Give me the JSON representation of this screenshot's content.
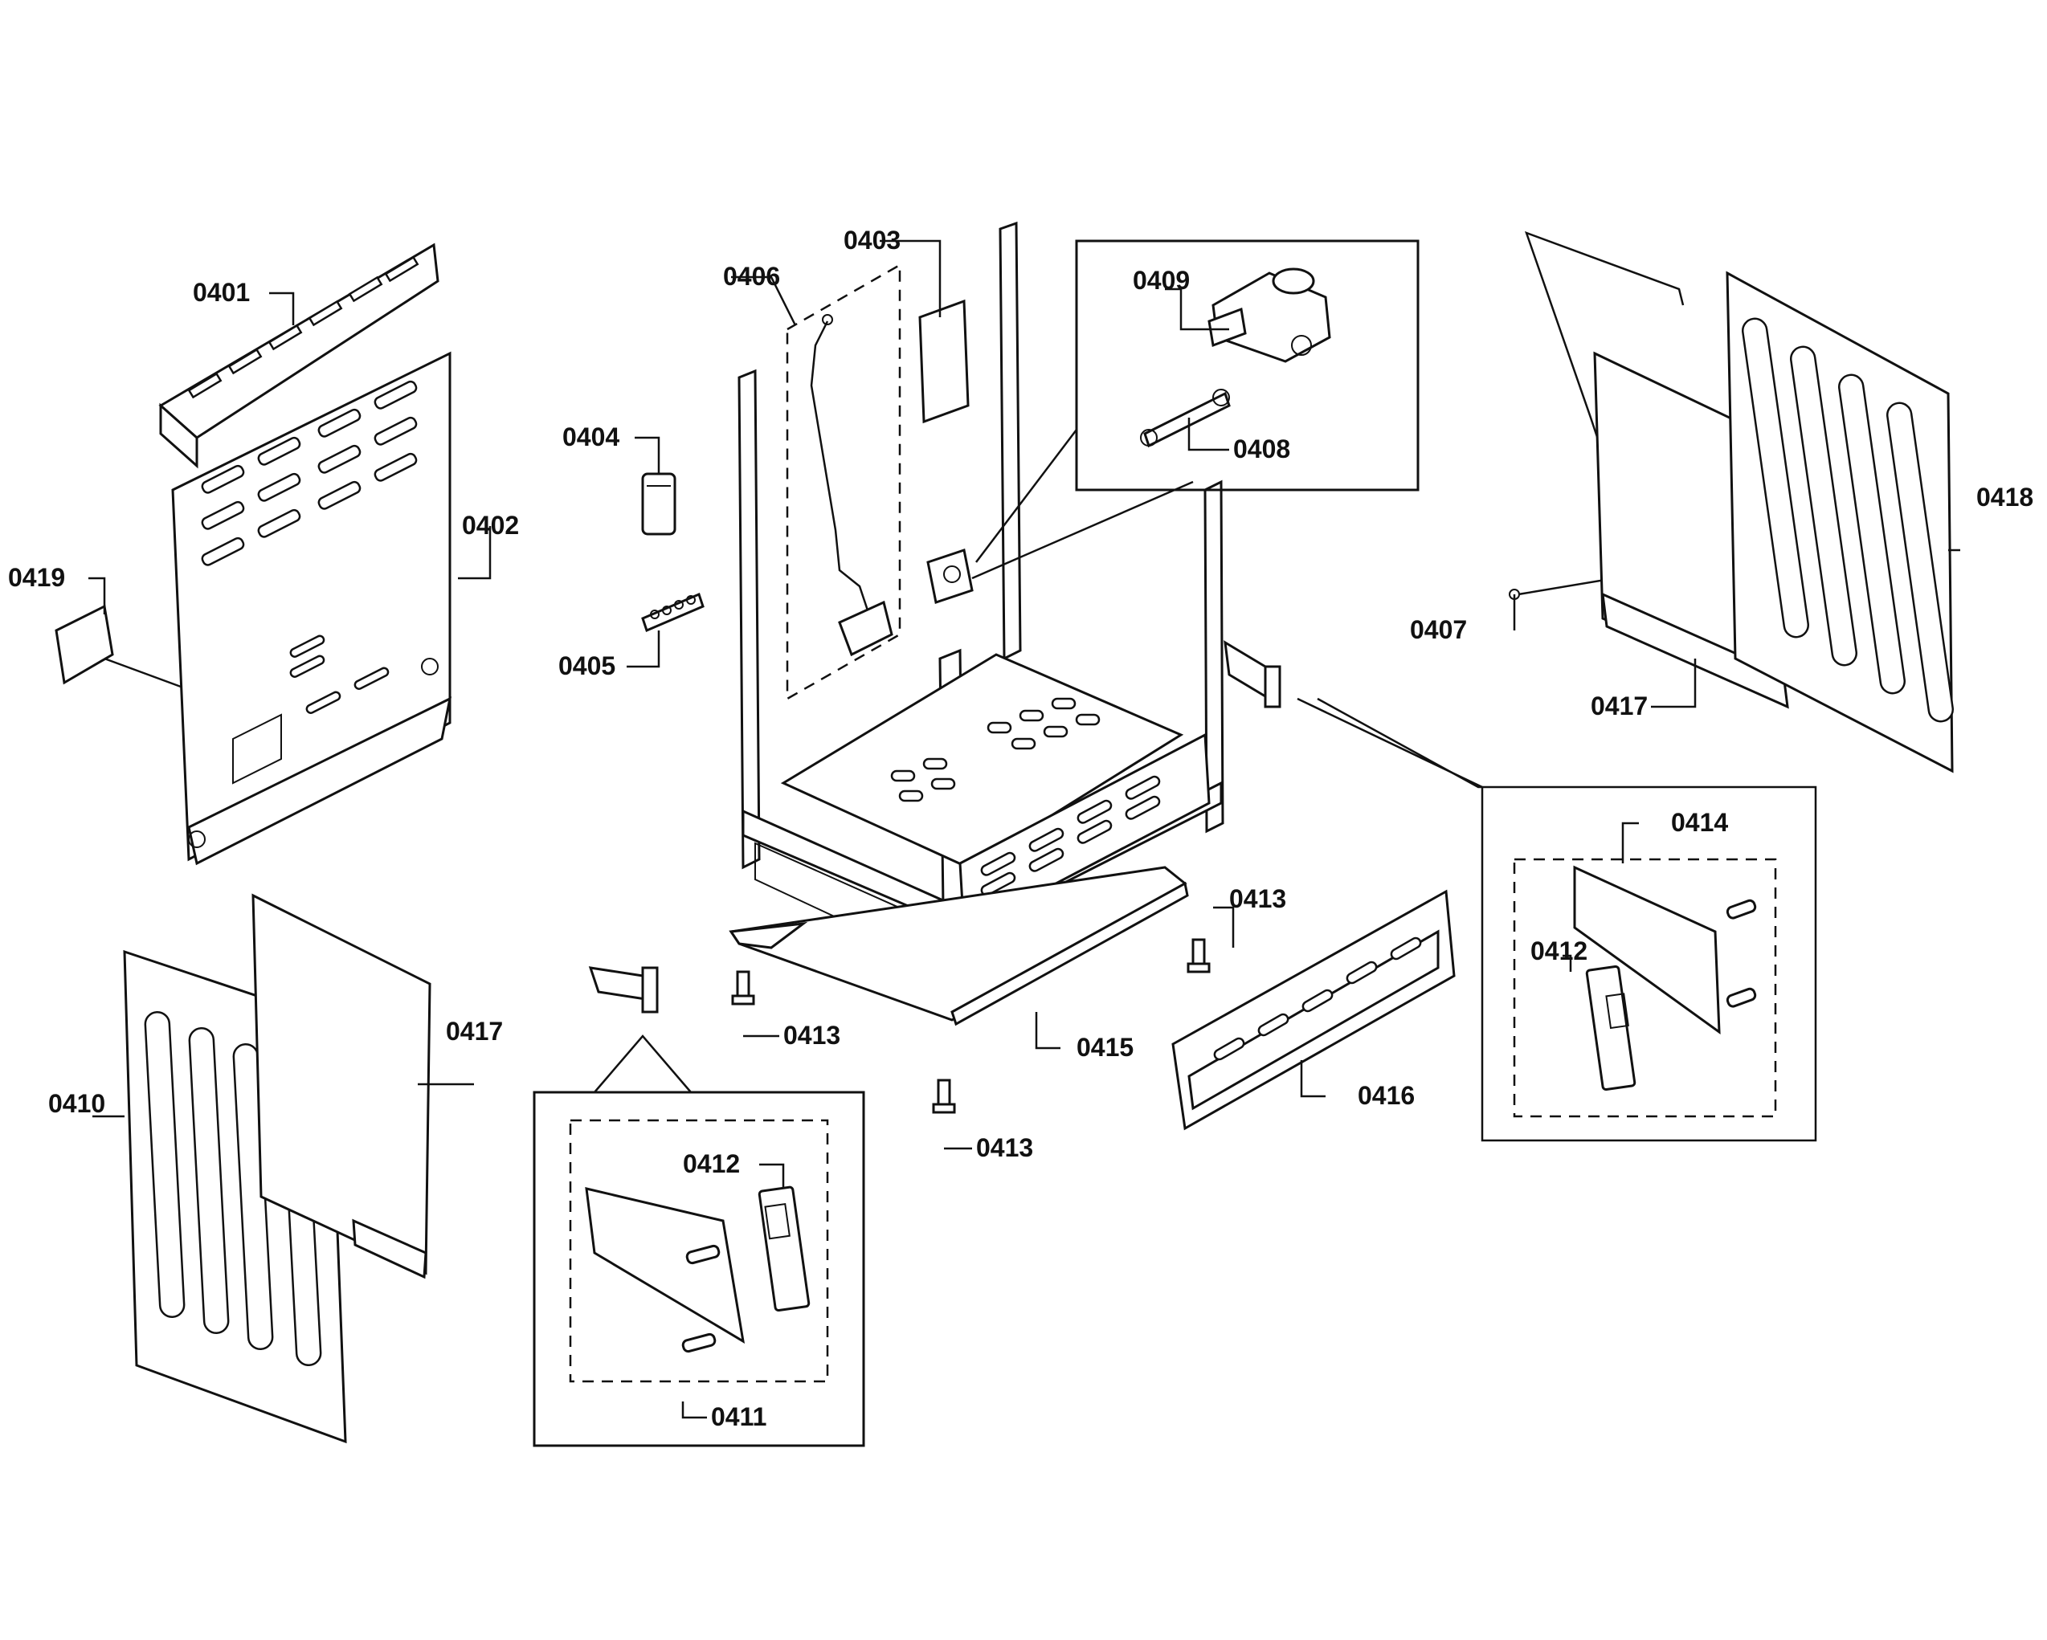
{
  "diagram": {
    "labels": {
      "p0401": "0401",
      "p0402": "0402",
      "p0403": "0403",
      "p0404": "0404",
      "p0405": "0405",
      "p0406": "0406",
      "p0407": "0407",
      "p0408": "0408",
      "p0409": "0409",
      "p0410": "0410",
      "p0411": "0411",
      "p0412a": "0412",
      "p0412b": "0412",
      "p0413a": "0413",
      "p0413b": "0413",
      "p0413c": "0413",
      "p0414": "0414",
      "p0415": "0415",
      "p0416": "0416",
      "p0417a": "0417",
      "p0417b": "0417",
      "p0418": "0418",
      "p0419": "0419"
    }
  }
}
